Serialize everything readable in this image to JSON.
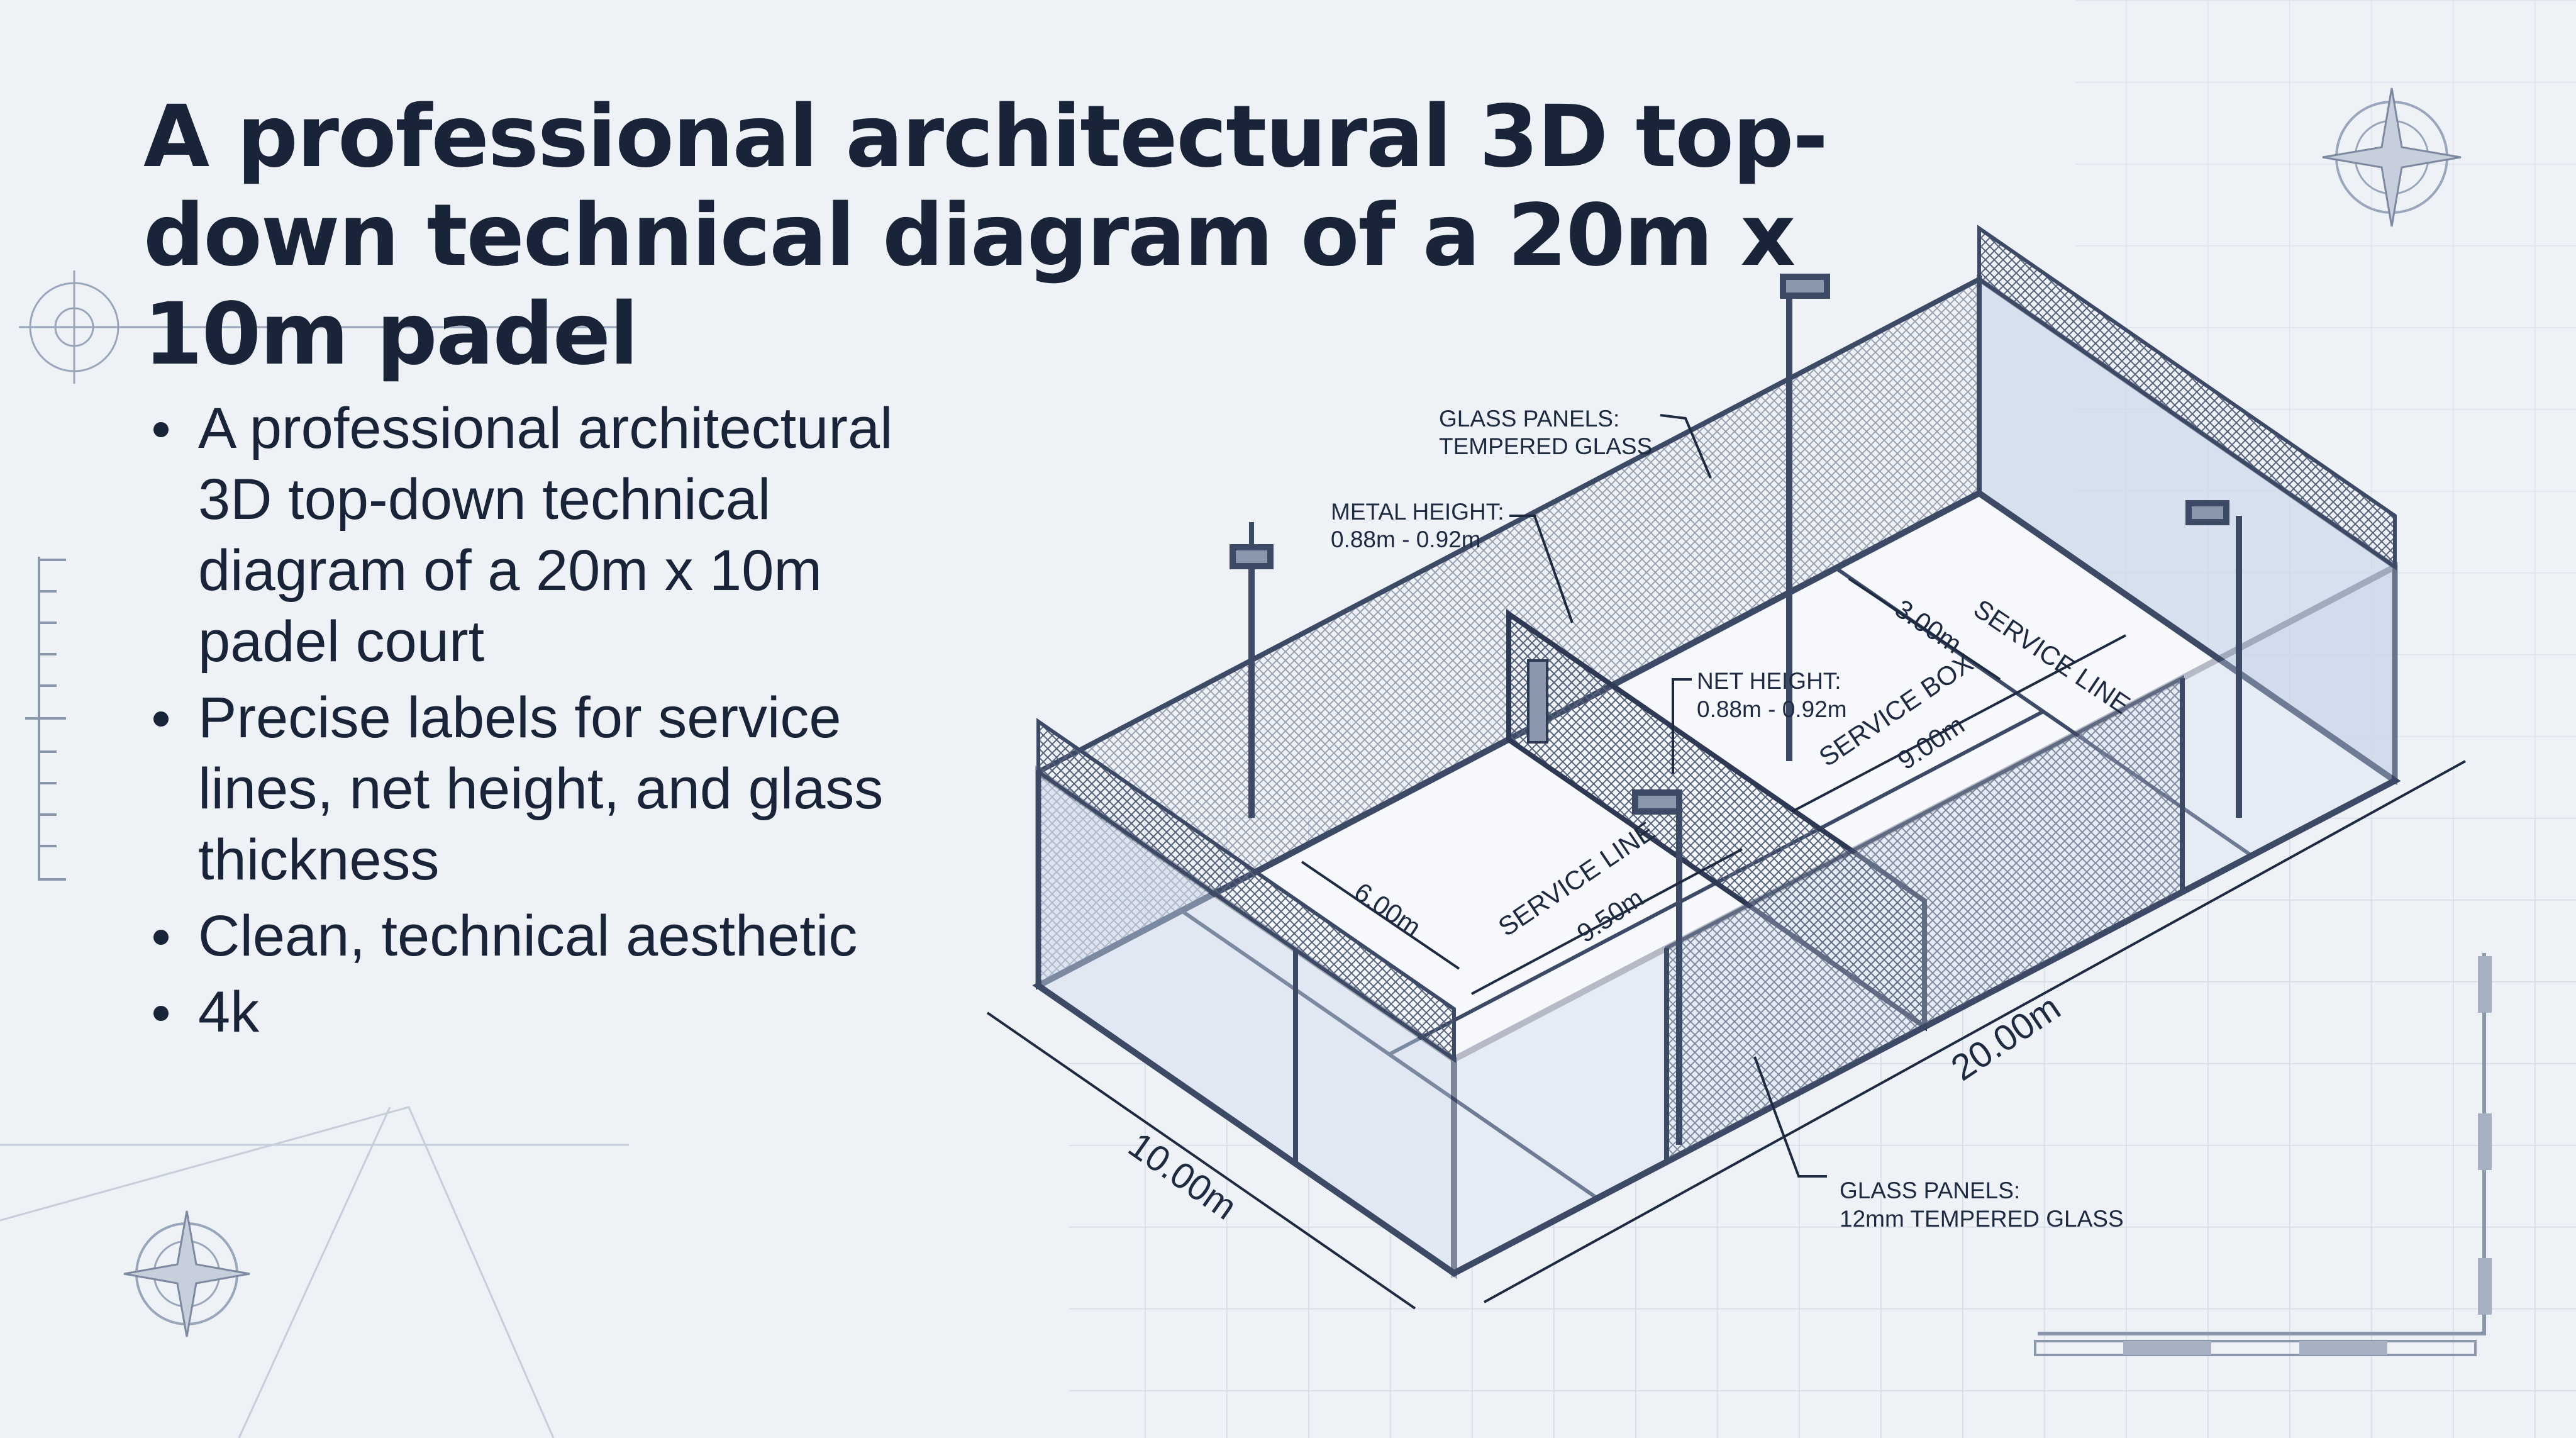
{
  "title": "A professional architectural 3D top-down technical diagram of a 20m x 10m padel",
  "bullets": [
    "A professional architectural 3D top-down technical diagram of a 20m x 10m padel court",
    "Precise labels for service lines, net height, and glass thickness",
    "Clean, technical aesthetic",
    "4k"
  ],
  "diagram": {
    "glass_panels_top": {
      "line1": "GLASS PANELS:",
      "line2": "TEMPERED GLASS"
    },
    "metal_height": {
      "line1": "METAL HEIGHT:",
      "line2": "0.88m - 0.92m"
    },
    "net_height": {
      "line1": "NET HEIGHT:",
      "line2": "0.88m - 0.92m"
    },
    "dim_3m": "3.00m",
    "service_line_far": "SERVICE LINE",
    "service_box": "SERVICE BOX",
    "dim_9m": "9.00m",
    "dim_6m": "6.00m",
    "service_line_near": "SERVICE LINE",
    "dim_9_5m": "9.50m",
    "length": "20.00m",
    "width": "10.00m",
    "glass_panels_bottom": {
      "line1": "GLASS PANELS:",
      "line2": "12mm TEMPERED GLASS"
    }
  },
  "colors": {
    "background": "#eef1f6",
    "ink": "#1e2a40",
    "frame": "#3c4a66",
    "glass": "#c9d6ea"
  }
}
